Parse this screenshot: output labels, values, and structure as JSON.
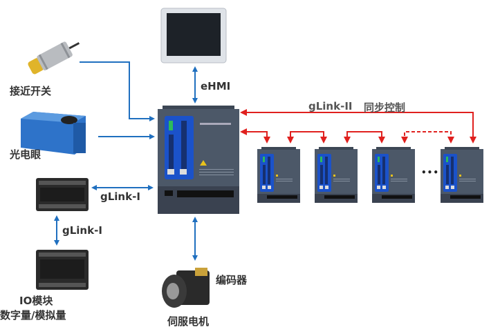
{
  "colors": {
    "blue_arrow": "#1f6fbf",
    "red_arrow": "#e0201e",
    "device_body": "#4c5868",
    "device_panel": "#1b52c9"
  },
  "labels": {
    "proximity_switch": "接近开关",
    "photo_eye": "光电眼",
    "glink_i_horizontal": "gLink-I",
    "glink_i_vertical": "gLink-I",
    "io_module_line1": "IO模块",
    "io_module_line2": "数字量/模拟量",
    "ehmi": "eHMI",
    "glink_ii": "gLink-II",
    "sync_control": "同步控制",
    "encoder": "编码器",
    "servo_motor": "伺服电机",
    "ellipsis": "•••"
  }
}
